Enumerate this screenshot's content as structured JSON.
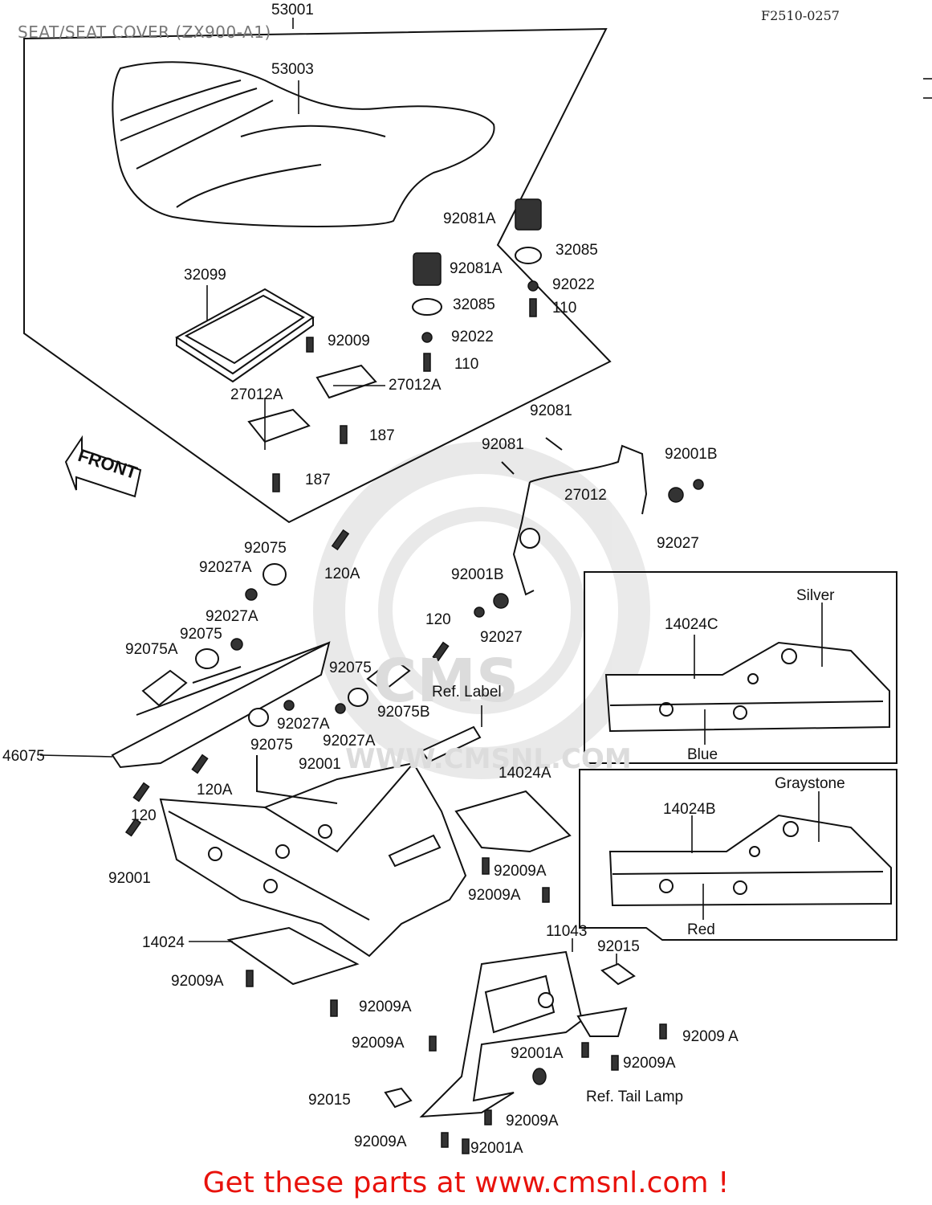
{
  "header": {
    "title": "SEAT/SEAT COVER (ZX900-A1)",
    "figure_code": "F2510-0257"
  },
  "watermark": {
    "main": "CMS",
    "url": "WWW.CMSNL.COM"
  },
  "front_arrow": {
    "label": "FRONT"
  },
  "color_variants": [
    {
      "part": "14024C",
      "colors": [
        "Silver",
        "Blue"
      ]
    },
    {
      "part": "14024B",
      "colors": [
        "Graystone",
        "Red"
      ]
    }
  ],
  "parts": {
    "p53001": "53001",
    "p53003": "53003",
    "p32099": "32099",
    "p92009": "92009",
    "p92081A_1": "92081A",
    "p92081A_2": "92081A",
    "p32085_1": "32085",
    "p32085_2": "32085",
    "p92022_1": "92022",
    "p92022_2": "92022",
    "p110_1": "110",
    "p110_2": "110",
    "p27012A_1": "27012A",
    "p27012A_2": "27012A",
    "p187_1": "187",
    "p187_2": "187",
    "p92081_1": "92081",
    "p92081_2": "92081",
    "p27012": "27012",
    "p92001B_1": "92001B",
    "p92001B_2": "92001B",
    "p92027_1": "92027",
    "p92027_2": "92027",
    "p92075_1": "92075",
    "p92027A_1": "92027A",
    "p120A_1": "120A",
    "p92027A_2": "92027A",
    "p92075_2": "92075",
    "p92075A": "92075A",
    "p120": "120",
    "p92075_3": "92075",
    "p92075B": "92075B",
    "p92027A_3": "92027A",
    "p92075_4": "92075",
    "p92027A_4": "92027A",
    "p92001_1": "92001",
    "p46075": "46075",
    "p120A_2": "120A",
    "p120_2": "120",
    "p92001_2": "92001",
    "ref_label": "Ref. Label",
    "p14024A": "14024A",
    "p92009A_1": "92009A",
    "p92009A_2": "92009A",
    "p14024": "14024",
    "p92009A_3": "92009A",
    "p92009A_4": "92009A",
    "p11043": "11043",
    "p92015_1": "92015",
    "p92009A_5": "92009A",
    "p92009A_6": "92009 A",
    "p92001A_1": "92001A",
    "p92009A_7": "92009A",
    "ref_tail_lamp": "Ref. Tail Lamp",
    "p92015_2": "92015",
    "p92009A_8": "92009A",
    "p92009A_9": "92009A",
    "p92001A_2": "92001A",
    "p14024C": "14024C",
    "p14024B": "14024B"
  },
  "footer": {
    "cta": "Get these parts at www.cmsnl.com !"
  }
}
